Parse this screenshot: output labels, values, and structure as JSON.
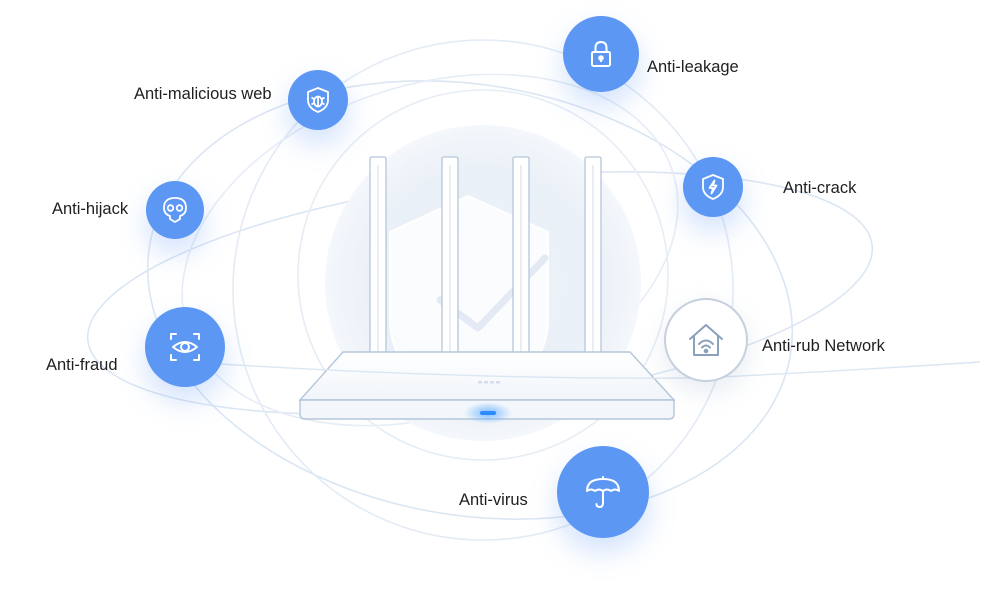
{
  "features": {
    "anti_malicious_web": {
      "label": "Anti-malicious web",
      "icon": "bug-shield-icon"
    },
    "anti_leakage": {
      "label": "Anti-leakage",
      "icon": "padlock-icon"
    },
    "anti_crack": {
      "label": "Anti-crack",
      "icon": "lightning-shield-icon"
    },
    "anti_hijack": {
      "label": "Anti-hijack",
      "icon": "skull-icon"
    },
    "anti_rub_network": {
      "label": "Anti-rub Network",
      "icon": "wifi-house-icon"
    },
    "anti_fraud": {
      "label": "Anti-fraud",
      "icon": "eye-icon"
    },
    "anti_virus": {
      "label": "Anti-virus",
      "icon": "umbrella-icon"
    }
  },
  "colors": {
    "accent": "#5c97f4",
    "orbit": "#dbe6f3",
    "router_line": "#b4c6da",
    "led": "#2f8cff"
  }
}
